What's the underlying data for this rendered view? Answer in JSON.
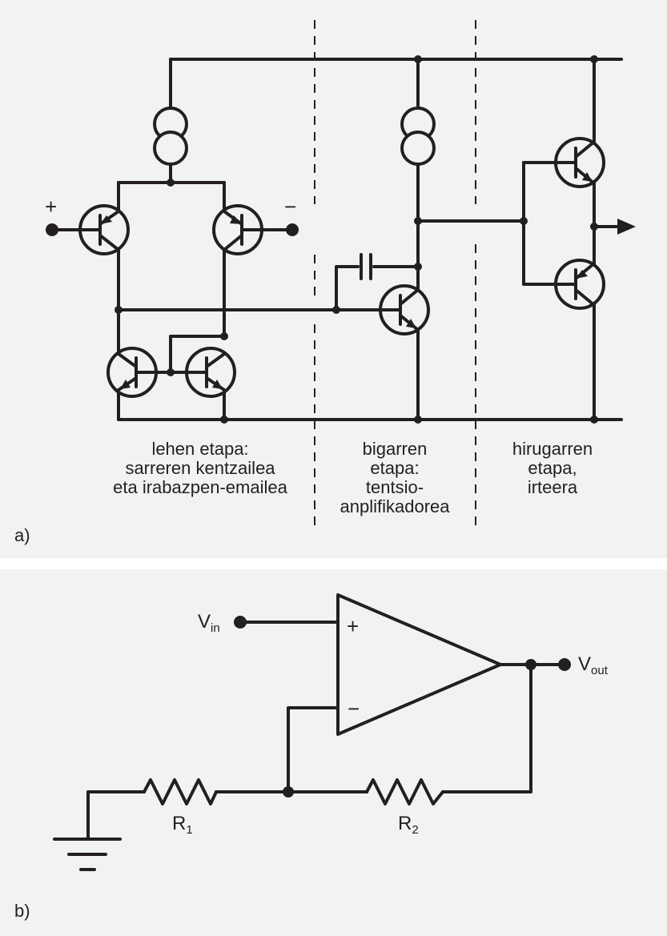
{
  "panel_a": {
    "tag": "a)",
    "input_plus": "+",
    "input_minus": "−",
    "stages": [
      {
        "lines": [
          "lehen etapa:",
          "sarreren kentzailea",
          "eta irabazpen-emailea"
        ]
      },
      {
        "lines": [
          "bigarren",
          "etapa:",
          "tentsio-",
          "anplifikadorea"
        ]
      },
      {
        "lines": [
          "hirugarren",
          "etapa,",
          "irteera"
        ]
      }
    ]
  },
  "panel_b": {
    "tag": "b)",
    "vin": {
      "main": "V",
      "sub": "in"
    },
    "vout": {
      "main": "V",
      "sub": "out"
    },
    "r1": {
      "main": "R",
      "sub": "1"
    },
    "r2": {
      "main": "R",
      "sub": "2"
    },
    "plus": "+",
    "minus": "−"
  }
}
